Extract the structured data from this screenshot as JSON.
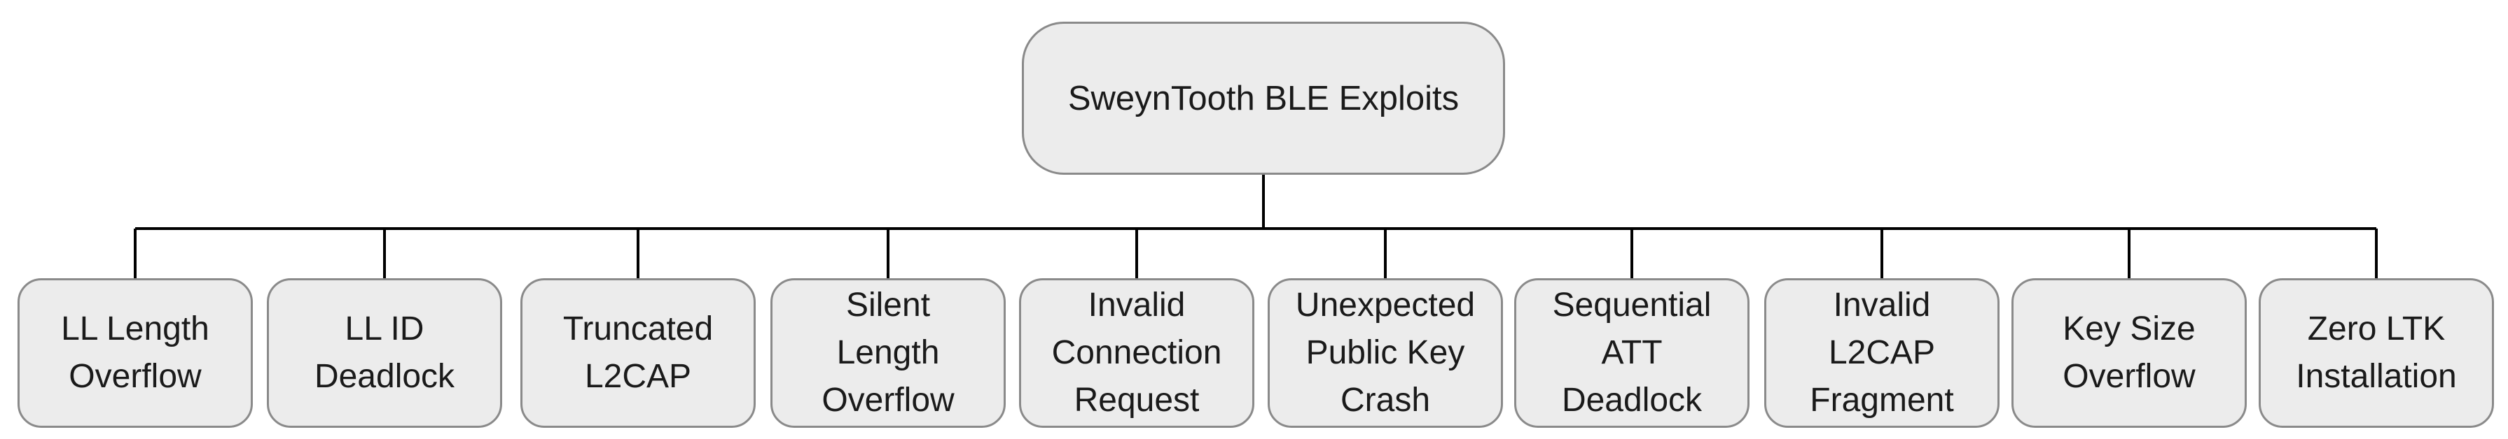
{
  "diagram": {
    "root": {
      "label": "SweynTooth BLE Exploits"
    },
    "children": [
      {
        "label": "LL Length\nOverflow"
      },
      {
        "label": "LL ID\nDeadlock"
      },
      {
        "label": "Truncated\nL2CAP"
      },
      {
        "label": "Silent\nLength\nOverflow"
      },
      {
        "label": "Invalid\nConnection\nRequest"
      },
      {
        "label": "Unexpected\nPublic Key\nCrash"
      },
      {
        "label": "Sequential\nATT\nDeadlock"
      },
      {
        "label": "Invalid\nL2CAP\nFragment"
      },
      {
        "label": "Key Size\nOverflow"
      },
      {
        "label": "Zero LTK\nInstallation"
      }
    ]
  }
}
